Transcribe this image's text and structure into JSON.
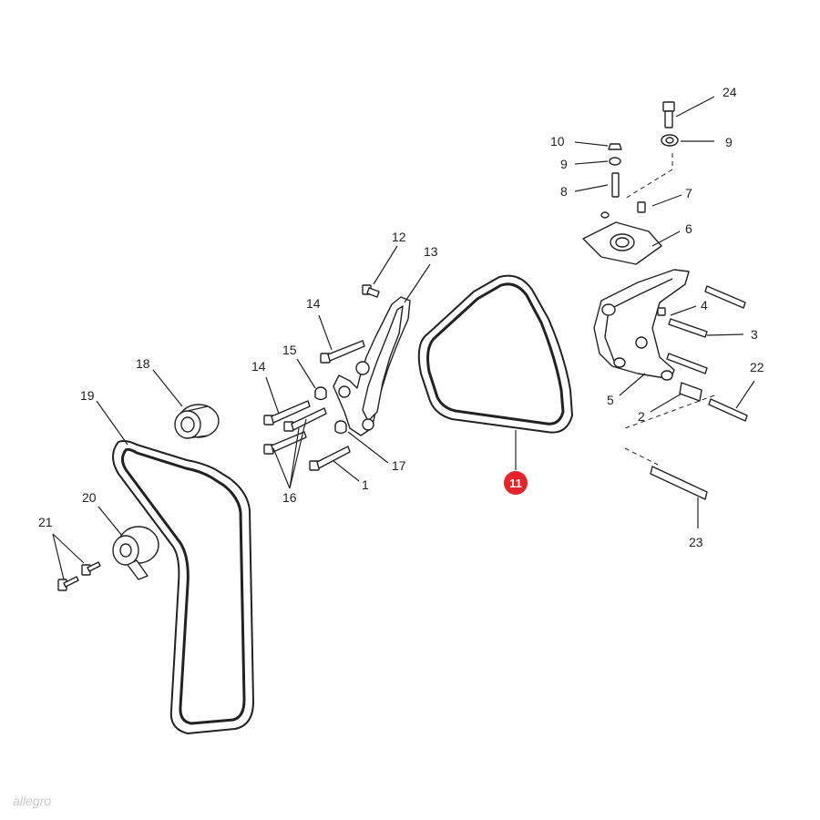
{
  "diagram": {
    "callouts": [
      "1",
      "2",
      "3",
      "4",
      "5",
      "6",
      "7",
      "8",
      "9",
      "9",
      "10",
      "11",
      "12",
      "13",
      "14",
      "14",
      "15",
      "16",
      "17",
      "18",
      "19",
      "20",
      "21",
      "22",
      "23",
      "24"
    ],
    "highlighted_callout": "11",
    "highlight_color": "#e3242b",
    "watermark": "allegro"
  }
}
